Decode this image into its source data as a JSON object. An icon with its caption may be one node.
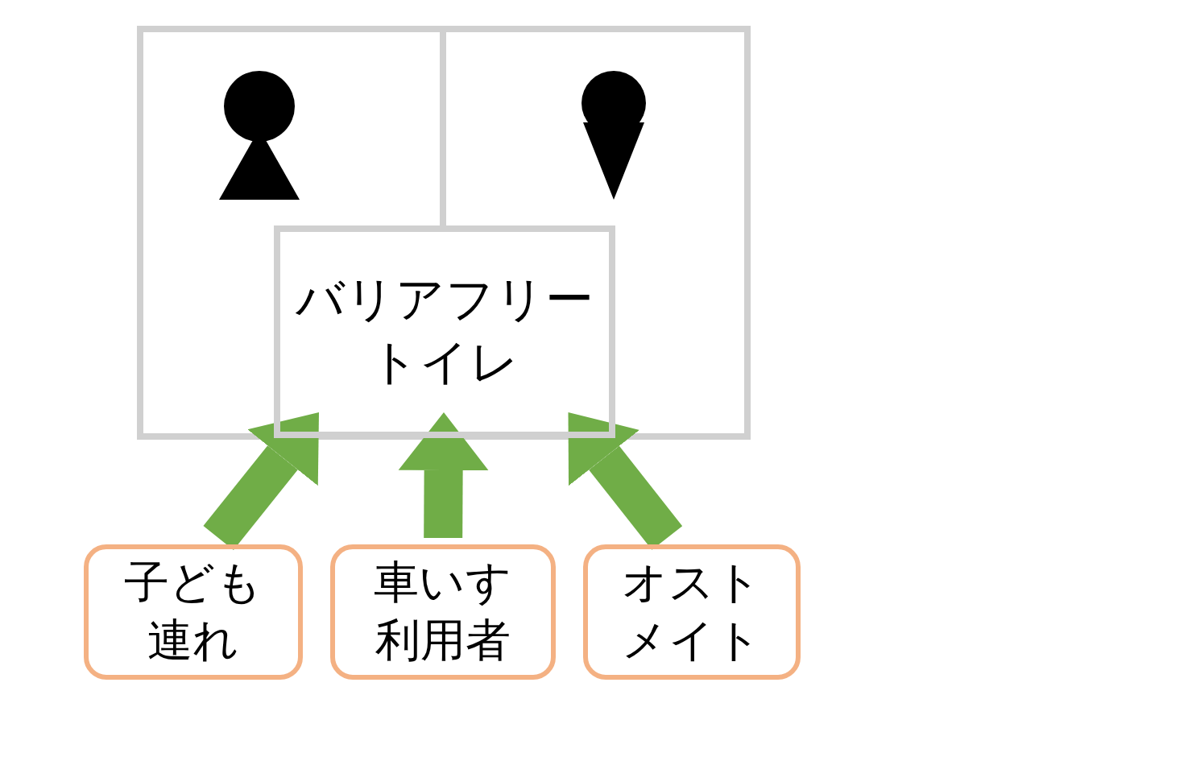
{
  "diagram": {
    "nodes": [
      {
        "text": [
          "バリアフリートイレ"
        ]
      },
      {
        "text": [
          "子ども連れ"
        ]
      },
      {
        "text": [
          "車いす利用者"
        ]
      },
      {
        "text": [
          "オストメイト"
        ]
      }
    ],
    "edges": [
      {
        "from": 1,
        "to": 0,
        "arrow": "to"
      },
      {
        "from": 2,
        "to": 0,
        "arrow": "to"
      },
      {
        "from": 3,
        "to": 0,
        "arrow": "to"
      }
    ]
  }
}
